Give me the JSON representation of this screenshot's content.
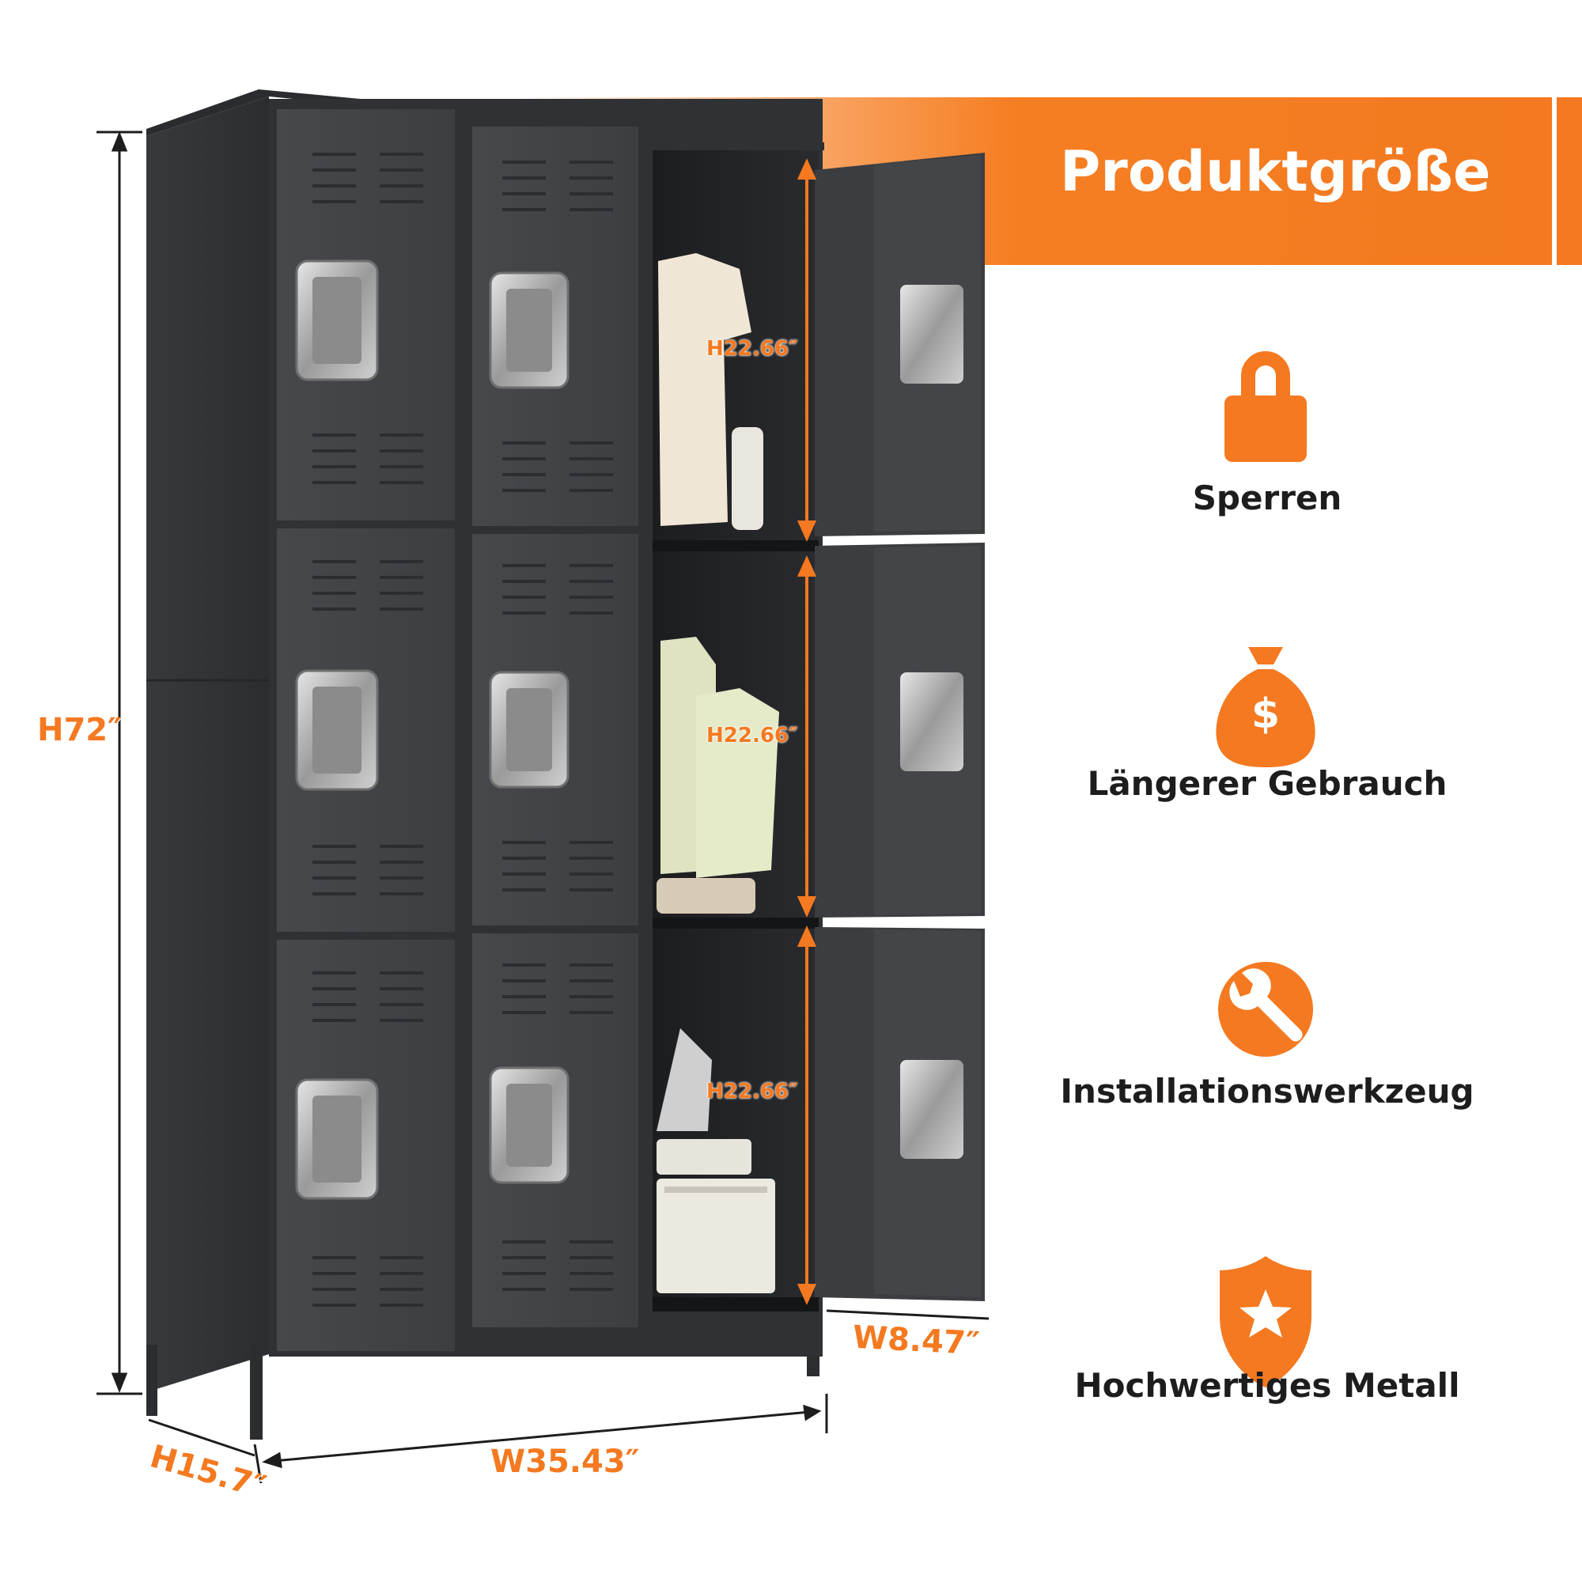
{
  "banner": {
    "title": "Produktgröße"
  },
  "features": [
    {
      "label": "Sperren",
      "icon": "padlock-icon"
    },
    {
      "label": "Längerer Gebrauch",
      "icon": "money-bag-icon"
    },
    {
      "label": "Installationswerkzeug",
      "icon": "wrench-icon"
    },
    {
      "label": "Hochwertiges Metall",
      "icon": "shield-star-icon"
    }
  ],
  "dimensions": {
    "height": "H72″",
    "width": "W35.43″",
    "depth": "H15.7″",
    "door_width": "W8.47″",
    "compartment_height": [
      "H22.66″",
      "H22.66″",
      "H22.66″"
    ]
  },
  "colors": {
    "accent": "#f47920",
    "cabinet": "#3e3f42",
    "text": "#1d1d1d"
  }
}
